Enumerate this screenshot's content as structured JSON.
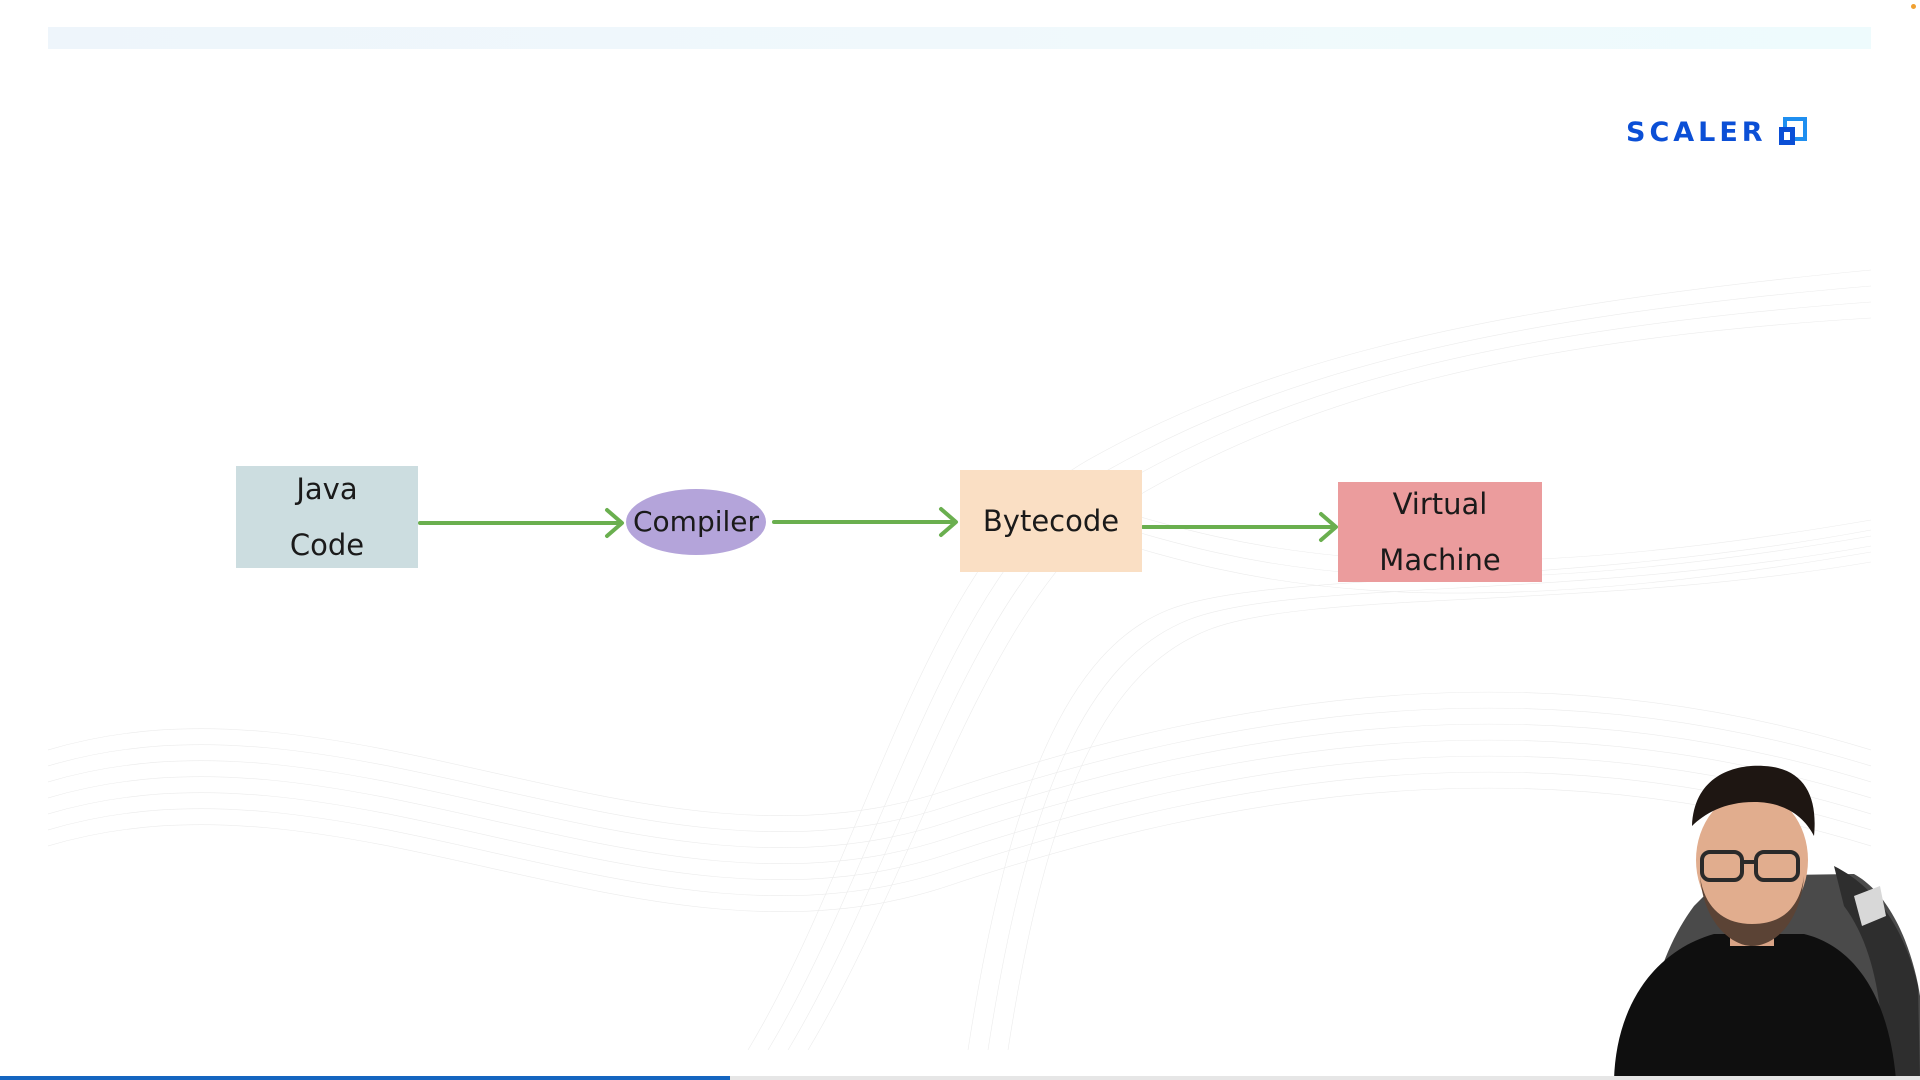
{
  "logo": {
    "text": "SCALER",
    "color": "#0b4fd6"
  },
  "diagram": {
    "nodes": [
      {
        "id": "java-code",
        "lines": [
          "Java",
          "Code"
        ],
        "fill": "#ccdde0",
        "shape": "rectangle"
      },
      {
        "id": "compiler",
        "lines": [
          "Compiler"
        ],
        "fill": "#b4a4da",
        "shape": "ellipse"
      },
      {
        "id": "bytecode",
        "lines": [
          "Bytecode"
        ],
        "fill": "#fadfc4",
        "shape": "rectangle"
      },
      {
        "id": "virtual-machine",
        "lines": [
          "Virtual",
          "Machine"
        ],
        "fill": "#eb9c9d",
        "shape": "rectangle"
      }
    ],
    "edges": [
      {
        "from": "java-code",
        "to": "compiler"
      },
      {
        "from": "compiler",
        "to": "bytecode"
      },
      {
        "from": "bytecode",
        "to": "virtual-machine"
      }
    ],
    "arrow_color": "#6aaf4f"
  },
  "video": {
    "progress_fraction": 0.38,
    "progress_color": "#1565c0"
  },
  "presenter": {
    "icon": "presenter-webcam-feed"
  }
}
